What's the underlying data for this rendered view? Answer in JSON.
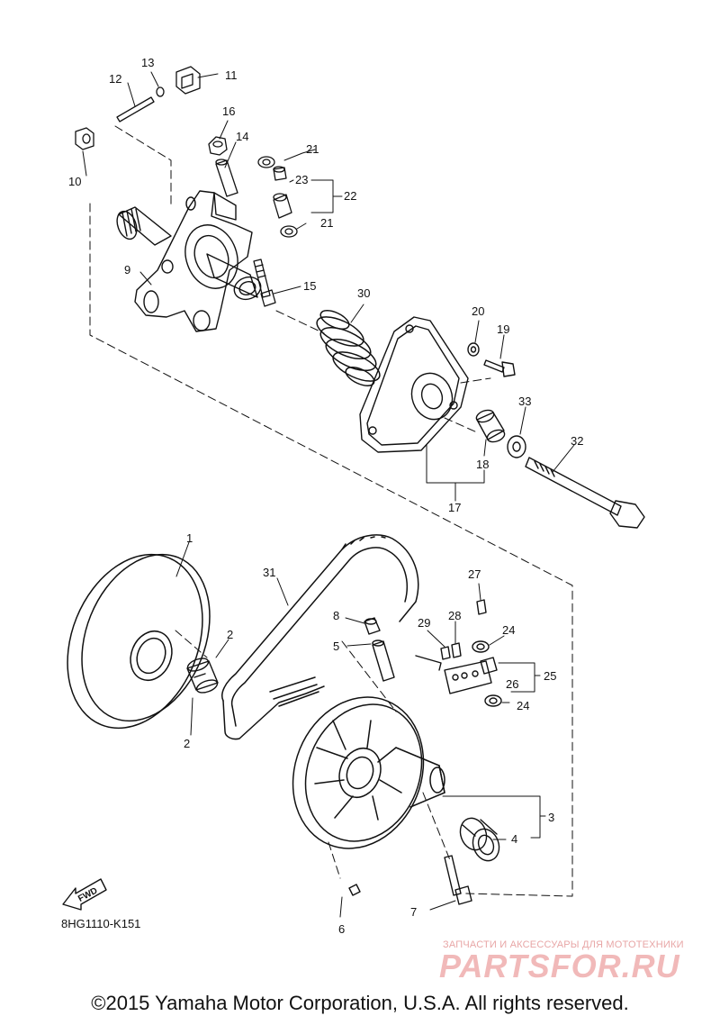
{
  "diagram": {
    "drawing_code": "8HG1110-K151",
    "fwd_label": "FWD",
    "copyright": "©2015 Yamaha Motor Corporation, U.S.A. All rights reserved.",
    "watermark_tagline": "ЗАПЧАСТИ И АКСЕССУАРЫ ДЛЯ МОТОТЕХНИКИ",
    "watermark_logo": "PARTSFOR.RU",
    "callouts": [
      {
        "id": "c1",
        "label": "1"
      },
      {
        "id": "c2a",
        "label": "2"
      },
      {
        "id": "c2b",
        "label": "2"
      },
      {
        "id": "c3",
        "label": "3"
      },
      {
        "id": "c4",
        "label": "4"
      },
      {
        "id": "c5",
        "label": "5"
      },
      {
        "id": "c6",
        "label": "6"
      },
      {
        "id": "c7",
        "label": "7"
      },
      {
        "id": "c8",
        "label": "8"
      },
      {
        "id": "c9",
        "label": "9"
      },
      {
        "id": "c10",
        "label": "10"
      },
      {
        "id": "c11",
        "label": "11"
      },
      {
        "id": "c12",
        "label": "12"
      },
      {
        "id": "c13",
        "label": "13"
      },
      {
        "id": "c14",
        "label": "14"
      },
      {
        "id": "c15",
        "label": "15"
      },
      {
        "id": "c16",
        "label": "16"
      },
      {
        "id": "c17",
        "label": "17"
      },
      {
        "id": "c18",
        "label": "18"
      },
      {
        "id": "c19",
        "label": "19"
      },
      {
        "id": "c20",
        "label": "20"
      },
      {
        "id": "c21a",
        "label": "21"
      },
      {
        "id": "c21b",
        "label": "21"
      },
      {
        "id": "c22",
        "label": "22"
      },
      {
        "id": "c23",
        "label": "23"
      },
      {
        "id": "c24a",
        "label": "24"
      },
      {
        "id": "c24b",
        "label": "24"
      },
      {
        "id": "c25",
        "label": "25"
      },
      {
        "id": "c26",
        "label": "26"
      },
      {
        "id": "c27",
        "label": "27"
      },
      {
        "id": "c28",
        "label": "28"
      },
      {
        "id": "c29",
        "label": "29"
      },
      {
        "id": "c30",
        "label": "30"
      },
      {
        "id": "c31",
        "label": "31"
      },
      {
        "id": "c32",
        "label": "32"
      },
      {
        "id": "c33",
        "label": "33"
      }
    ]
  }
}
